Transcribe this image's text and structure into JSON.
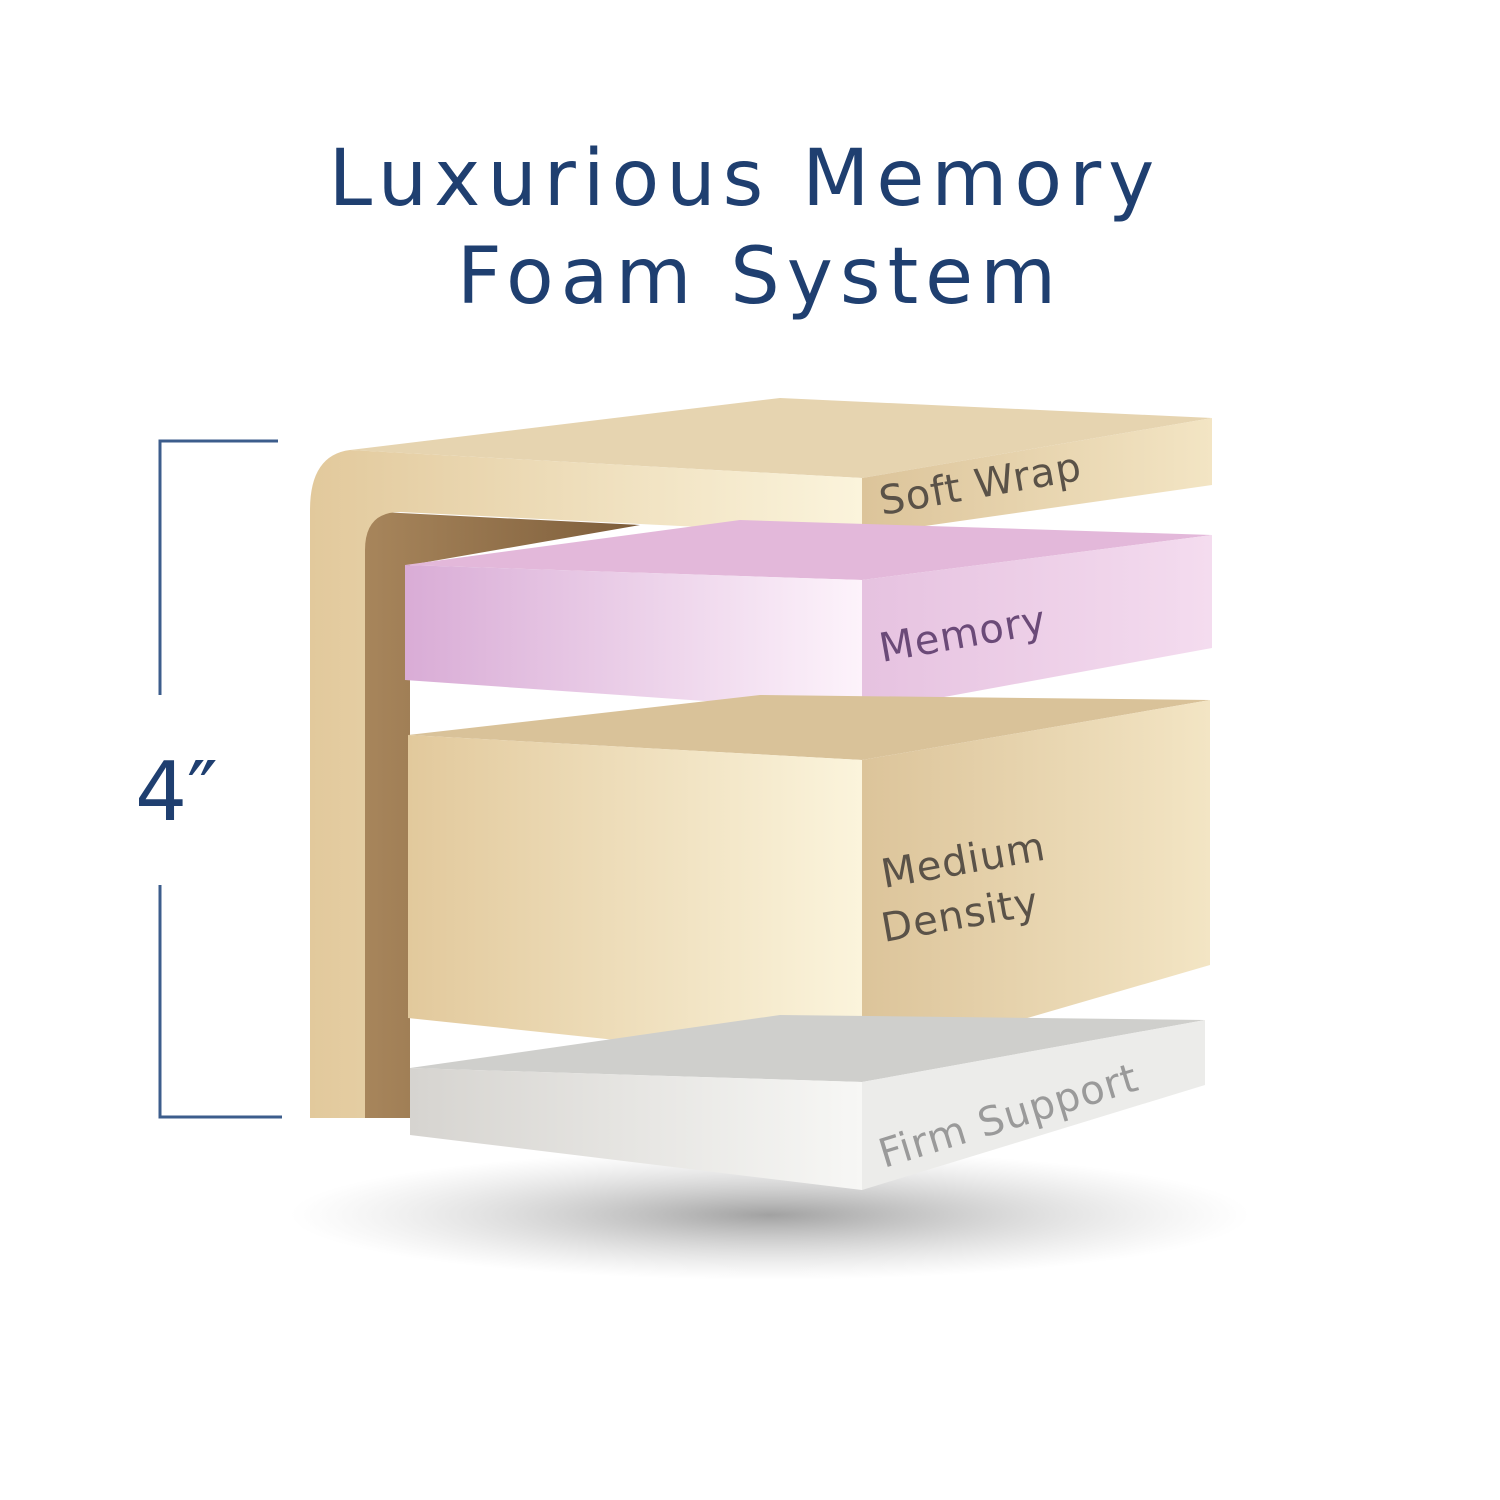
{
  "title": {
    "line1": "Luxurious Memory",
    "line2": "Foam System"
  },
  "dimension": {
    "label": "4″"
  },
  "layers": [
    {
      "name": "Soft Wrap",
      "color": "#efe0bd"
    },
    {
      "name": "Memory",
      "color": "#ecc9e4"
    },
    {
      "name": "Medium",
      "name2": "Density",
      "color": "#efe0bd"
    },
    {
      "name": "Firm Support",
      "color": "#e2e2e0"
    }
  ],
  "colors": {
    "title": "#1f3f70",
    "bracket": "#3c5d8c",
    "label": "#5a5248",
    "memory_label": "#6b4a78",
    "firm_label": "#9a9a9a"
  }
}
